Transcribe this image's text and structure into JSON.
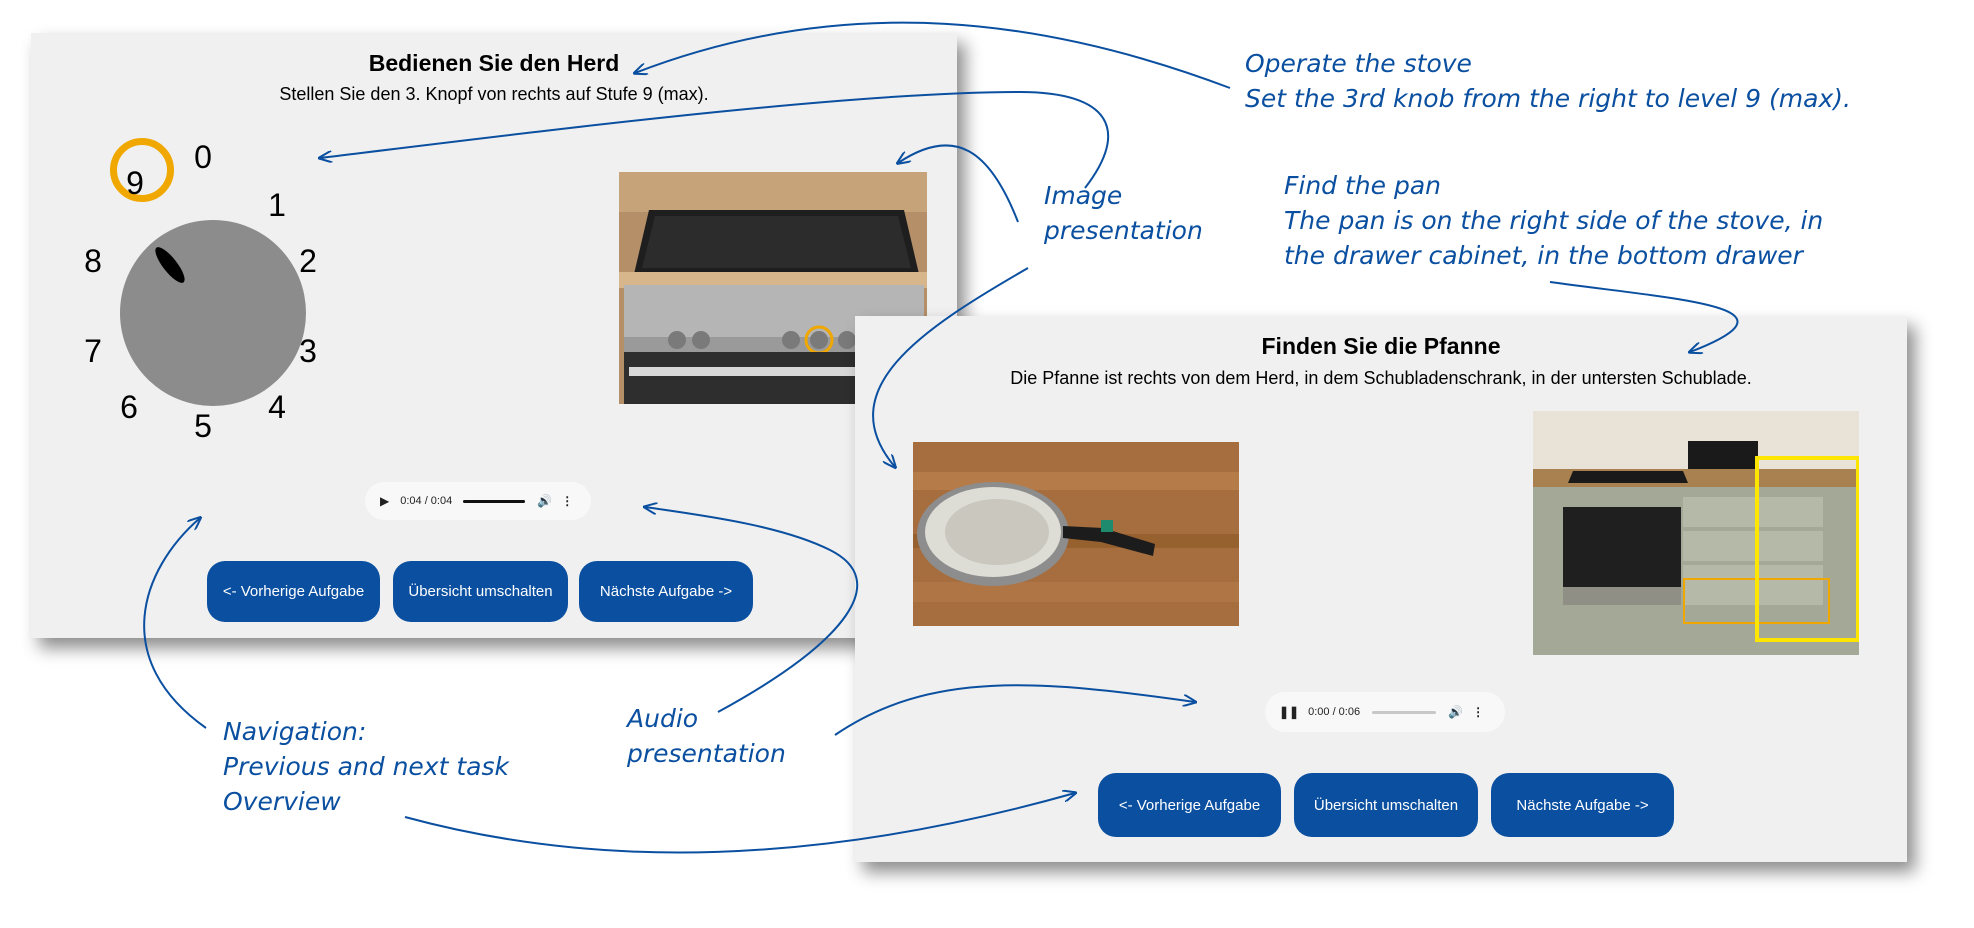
{
  "left_panel": {
    "title": "Bedienen Sie den Herd",
    "subtitle": "Stellen Sie den 3. Knopf von rechts auf Stufe 9 (max).",
    "knob_labels": [
      "0",
      "1",
      "2",
      "3",
      "4",
      "5",
      "6",
      "7",
      "8",
      "9"
    ],
    "highlighted_level": "9",
    "audio": {
      "time": "0:04 / 0:04",
      "progress": 1.0,
      "play_icon": "play-icon",
      "volume_icon": "volume-icon",
      "menu_icon": "more-vertical-icon"
    },
    "buttons": {
      "prev": "<- Vorherige Aufgabe",
      "overview": "Übersicht umschalten",
      "next": "Nächste Aufgabe ->"
    }
  },
  "right_panel": {
    "title": "Finden Sie die Pfanne",
    "subtitle": "Die Pfanne ist rechts von dem Herd, in dem Schubladenschrank, in der untersten Schublade.",
    "audio": {
      "time": "0:00 / 0:06",
      "progress": 0.0,
      "pause_icon": "pause-icon",
      "volume_icon": "volume-icon",
      "menu_icon": "more-vertical-icon"
    },
    "buttons": {
      "prev": "<- Vorherige Aufgabe",
      "overview": "Übersicht umschalten",
      "next": "Nächste Aufgabe ->"
    }
  },
  "annotations": {
    "operate_stove": [
      "Operate the stove",
      "Set the 3rd knob from the right to level 9 (max)."
    ],
    "image_presentation": [
      "Image",
      "presentation"
    ],
    "find_pan": [
      "Find the pan",
      "The pan is on the right side of the stove, in",
      "the drawer cabinet, in the bottom drawer"
    ],
    "navigation": [
      "Navigation:",
      "Previous and next task",
      "Overview"
    ],
    "audio_presentation": [
      "Audio",
      "presentation"
    ]
  },
  "colors": {
    "accent_blue": "#0a4fa0",
    "highlight_orange": "#f0a800",
    "highlight_yellow": "#ffe600",
    "panel_bg": "#f0f0f0",
    "knob_gray": "#8c8c8c"
  }
}
